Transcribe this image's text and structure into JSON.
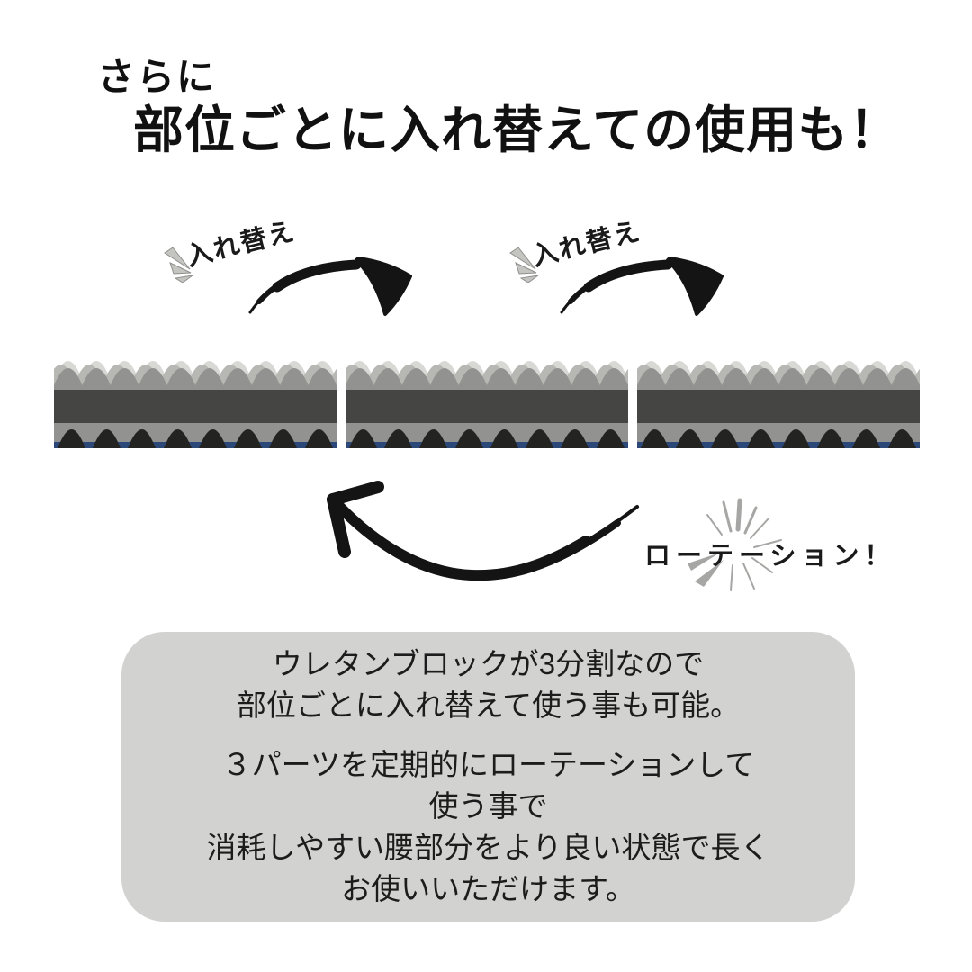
{
  "header": {
    "eyebrow": "さらに",
    "title": "部位ごとに入れ替えての使用も！"
  },
  "swap": {
    "label": "入れ替え"
  },
  "rotation": {
    "label": "ローテーション！"
  },
  "mattress": {
    "block_count": 3,
    "icon": "mattress-foam-block-photo"
  },
  "icons": {
    "swap_arrow": "curved-swap-arrow-icon",
    "rotation_arrow": "curved-rotation-arrow-icon",
    "swap_burst": "burst-rays-icon",
    "rotation_burst": "starburst-icon"
  },
  "info_box": {
    "lines_p1": [
      "ウレタンブロックが3分割なので",
      "部位ごとに入れ替えて使う事も可能。"
    ],
    "lines_p2": [
      "３パーツを定期的にローテーションして",
      "使う事で",
      "消耗しやすい腰部分をより良い状態で長く",
      "お使いいただけます。"
    ]
  },
  "colors": {
    "ink": "#111111",
    "box_bg": "#d2d2d0",
    "burst_gray": "#b3b3b0",
    "foam_tips": "#d8d8d4",
    "foam_mid": "#b7b7b3",
    "foam_body": "#929290",
    "foam_dark_band": "#454543",
    "foam_teeth": "#232321",
    "foam_base_blue": "#2b4878"
  }
}
